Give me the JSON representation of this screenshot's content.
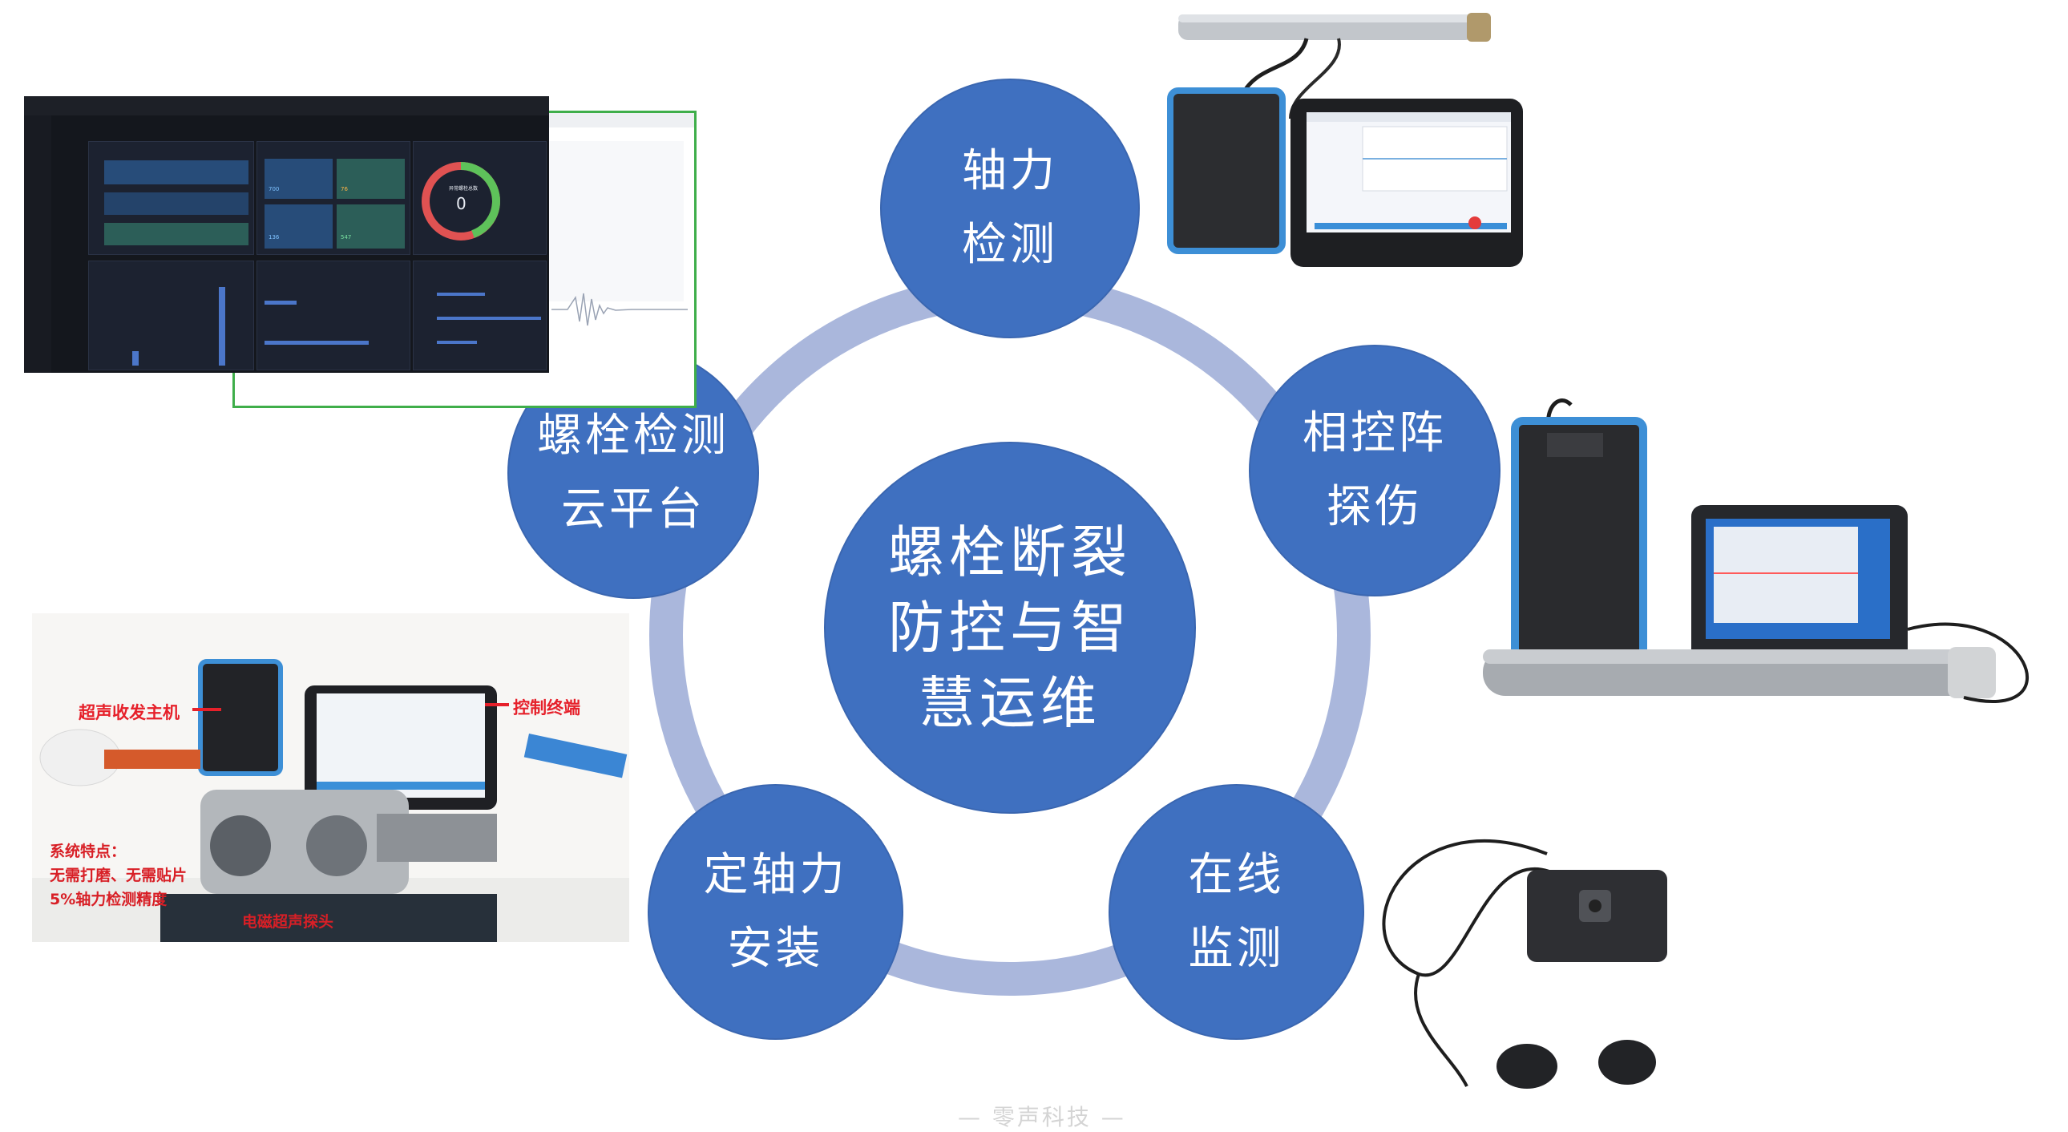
{
  "center": {
    "lines": [
      "螺栓断裂",
      "防控与智",
      "慧运维"
    ]
  },
  "nodes": {
    "axial_force": {
      "lines": [
        "轴力",
        "检测"
      ]
    },
    "phased_array": {
      "lines": [
        "相控阵",
        "探伤"
      ]
    },
    "online": {
      "lines": [
        "在线",
        "监测"
      ]
    },
    "install": {
      "lines": [
        "定轴力",
        "安装"
      ]
    },
    "cloud": {
      "lines": [
        "螺栓检测",
        "云平台"
      ]
    }
  },
  "install_photo": {
    "host_label": "超声收发主机",
    "terminal_label": "控制终端",
    "features_title": "系统特点：",
    "feature_1": "无需打磨、无需贴片",
    "feature_2": "5%轴力检测精度",
    "probe_label": "电磁超声探头"
  },
  "dashboard": {
    "gauge_value": "0",
    "gauge_label": "异常螺栓总数",
    "card_values": [
      "700",
      "76",
      "136",
      "547"
    ]
  },
  "watermark": "— 零声科技 —",
  "colors": {
    "node": "#3f70c0",
    "ring": "#aab7dc",
    "label_red": "#e6202a"
  }
}
